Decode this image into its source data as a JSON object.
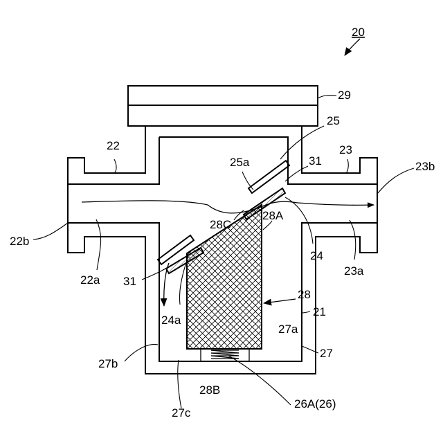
{
  "labels": {
    "fig": "20",
    "l29": "29",
    "l25": "25",
    "l22": "22",
    "l23": "23",
    "l25a": "25a",
    "l31_top": "31",
    "l23b": "23b",
    "l28C": "28C",
    "l28A": "28A",
    "l22b": "22b",
    "l22a": "22a",
    "l24": "24",
    "l23a": "23a",
    "l31_left": "31",
    "l28": "28",
    "l21": "21",
    "l24a": "24a",
    "l27a": "27a",
    "l27": "27",
    "l27b": "27b",
    "l28B": "28B",
    "l27c": "27c",
    "l26A": "26A(26)"
  }
}
